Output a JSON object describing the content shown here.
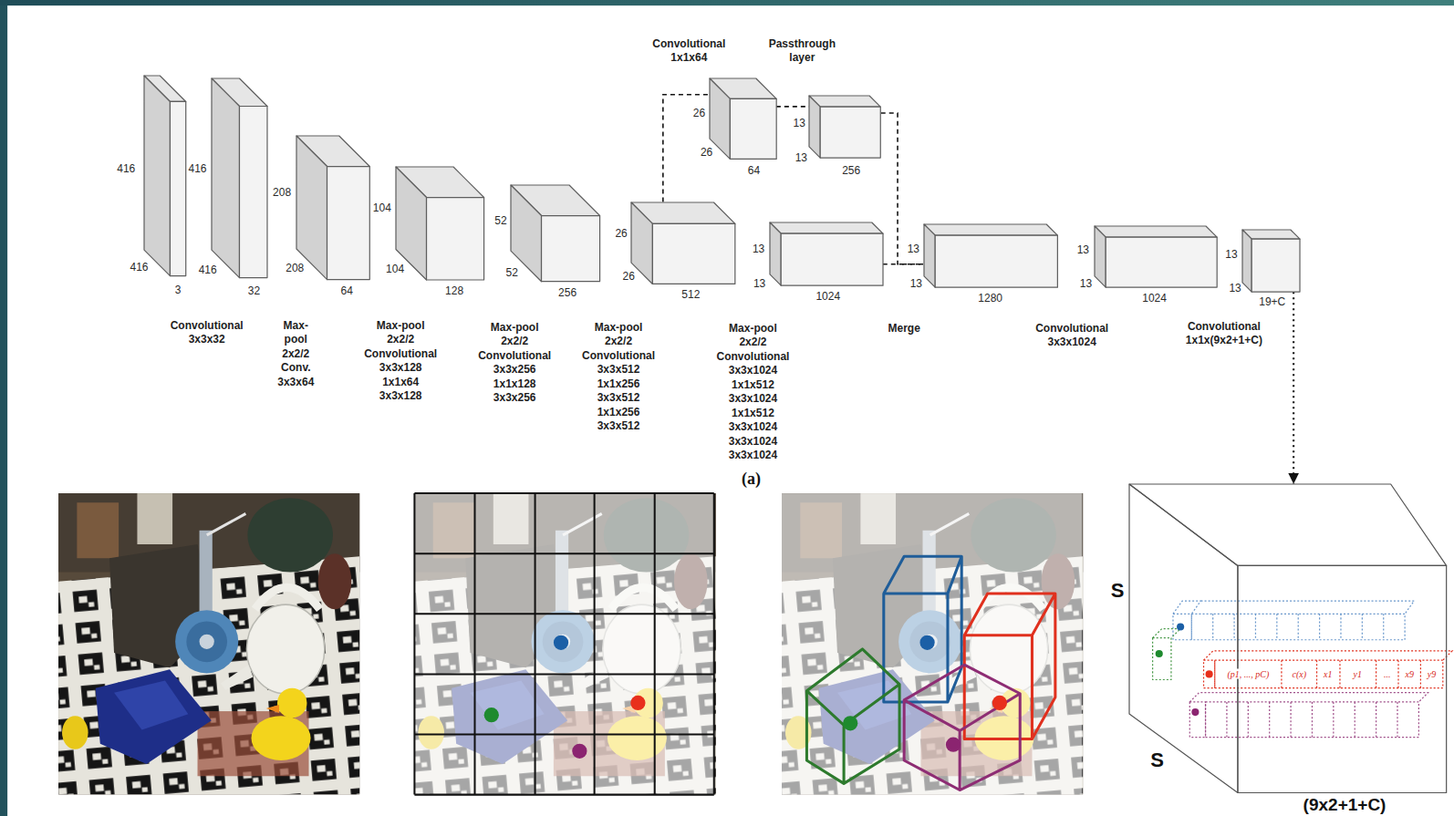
{
  "diagram": {
    "nodes": [
      {
        "text": [
          "416",
          "416",
          "3"
        ]
      },
      {
        "text": [
          "416",
          "416",
          "32"
        ]
      },
      {
        "text": [
          "208",
          "208",
          "64"
        ]
      },
      {
        "text": [
          "104",
          "104",
          "128"
        ]
      },
      {
        "text": [
          "52",
          "52",
          "256"
        ]
      },
      {
        "text": [
          "26",
          "26",
          "512"
        ]
      },
      {
        "text": [
          "Convolutional 1x1x64",
          "26",
          "26",
          "64"
        ]
      },
      {
        "text": [
          "Passthrough layer",
          "13",
          "13",
          "256"
        ]
      },
      {
        "text": [
          "13",
          "13",
          "1024"
        ]
      },
      {
        "text": [
          "13",
          "13",
          "1280"
        ]
      },
      {
        "text": [
          "13",
          "13",
          "1024"
        ]
      },
      {
        "text": [
          "13",
          "13",
          "19+C"
        ]
      },
      {
        "text": [
          "S",
          "S",
          "(9x2+1+C)"
        ]
      }
    ],
    "edges": [
      {
        "from": 5,
        "to": 6,
        "arrow": "none"
      },
      {
        "from": 6,
        "to": 7,
        "arrow": "none"
      },
      {
        "from": 7,
        "to": 9,
        "arrow": "none"
      },
      {
        "from": 8,
        "to": 9,
        "arrow": "none"
      },
      {
        "from": 11,
        "to": 12,
        "arrow": "to"
      }
    ],
    "labels": [
      "Convolutional 3x3x32",
      "Max-pool 2x2/2 Conv. 3x3x64",
      "Max-pool 2x2/2 Convolutional 3x3x128 1x1x64 3x3x128",
      "Max-pool 2x2/2 Convolutional 3x3x256 1x1x128 3x3x256",
      "Max-pool 2x2/2 Convolutional 3x3x512 1x1x256 3x3x512 1x1x256 3x3x512",
      "Max-pool 2x2/2 Convolutional 3x3x1024 1x1x512 3x3x1024 1x1x512 3x3x1024 3x3x1024 3x3x1024",
      "Merge",
      "Convolutional 3x3x1024",
      "Convolutional 1x1x(9x2+1+C)",
      "(a)",
      "(p1, ..., pC)",
      "c(x)",
      "x1",
      "y1",
      "...",
      "x9",
      "y9"
    ]
  }
}
